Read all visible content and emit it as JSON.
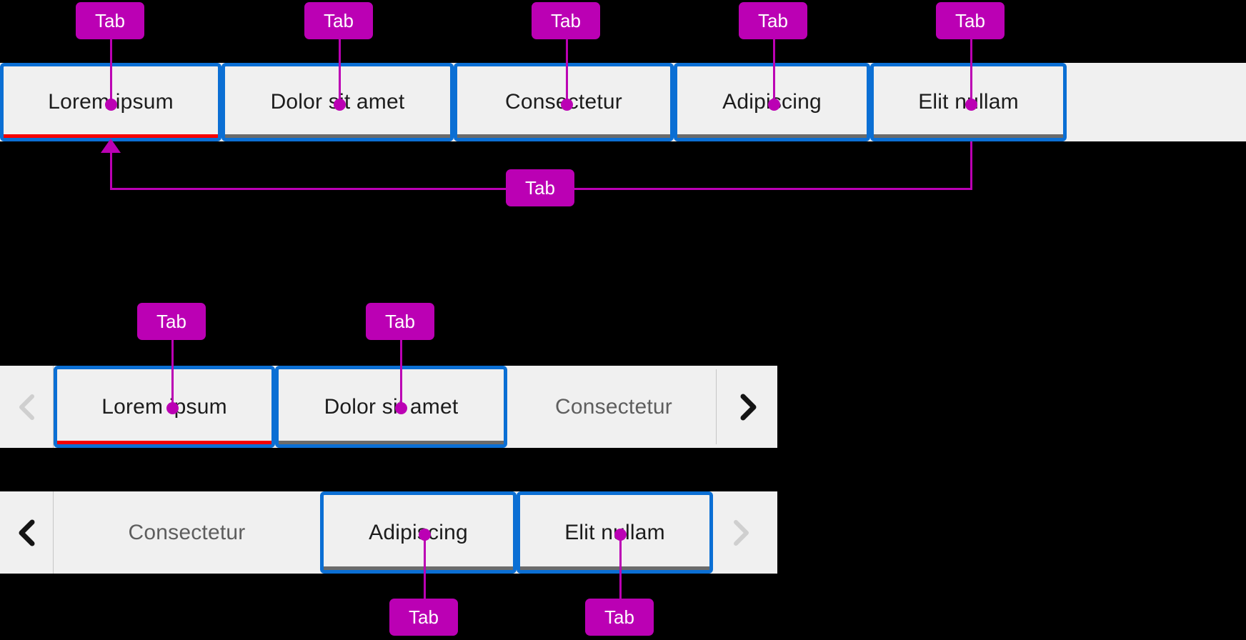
{
  "annotation": {
    "label": "Tab",
    "accent_color": "#bb00b4"
  },
  "colors": {
    "bar_background": "#f0f0f0",
    "focus_ring": "#0b6fd4",
    "selected_underline": "#f60000",
    "inactive_underline": "#6b6b6b",
    "tab_text": "#1c1c1c",
    "tab_text_dim": "#5e5e5e",
    "page_background": "#000000"
  },
  "tabbars": [
    {
      "id": "full-width-tabbar",
      "tabs": [
        {
          "label": "Lorem ipsum",
          "focused": true,
          "selected": true
        },
        {
          "label": "Dolor sit amet",
          "focused": true,
          "selected": false
        },
        {
          "label": "Consectetur",
          "focused": true,
          "selected": false
        },
        {
          "label": "Adipiscing",
          "focused": true,
          "selected": false
        },
        {
          "label": "Elit nullam",
          "focused": true,
          "selected": false
        }
      ]
    },
    {
      "id": "scrollable-tabbar-start",
      "scroll_left": {
        "icon": "chevron-left-icon",
        "enabled": false
      },
      "scroll_right": {
        "icon": "chevron-right-icon",
        "enabled": true
      },
      "tabs": [
        {
          "label": "Lorem ipsum",
          "focused": true,
          "selected": true,
          "dim": false
        },
        {
          "label": "Dolor sit amet",
          "focused": true,
          "selected": false,
          "dim": false
        },
        {
          "label": "Consectetur",
          "focused": false,
          "selected": false,
          "dim": true
        }
      ]
    },
    {
      "id": "scrollable-tabbar-end",
      "scroll_left": {
        "icon": "chevron-left-icon",
        "enabled": true
      },
      "scroll_right": {
        "icon": "chevron-right-icon",
        "enabled": false
      },
      "tabs": [
        {
          "label": "Consectetur",
          "focused": false,
          "selected": false,
          "dim": true
        },
        {
          "label": "Adipiscing",
          "focused": true,
          "selected": false,
          "dim": false
        },
        {
          "label": "Elit nullam",
          "focused": true,
          "selected": false,
          "dim": false
        }
      ]
    }
  ],
  "callouts": [
    {
      "label": "Tab"
    },
    {
      "label": "Tab"
    },
    {
      "label": "Tab"
    },
    {
      "label": "Tab"
    },
    {
      "label": "Tab"
    },
    {
      "label": "Tab"
    },
    {
      "label": "Tab"
    },
    {
      "label": "Tab"
    },
    {
      "label": "Tab"
    },
    {
      "label": "Tab"
    }
  ]
}
